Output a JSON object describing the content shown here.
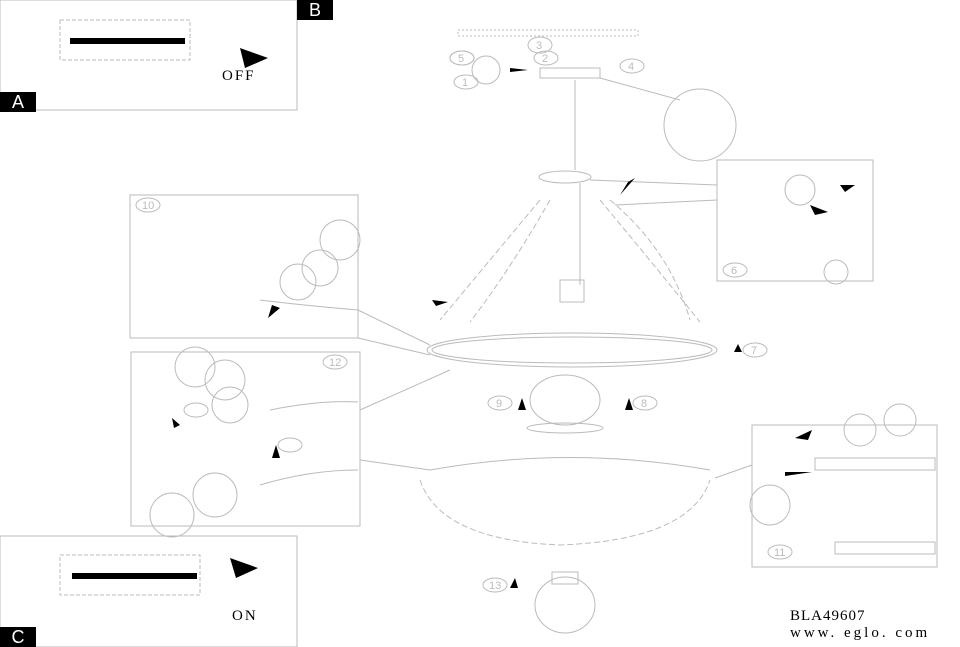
{
  "panels": {
    "a": "A",
    "b": "B",
    "c": "C"
  },
  "switch": {
    "off": "OFF",
    "on": "ON"
  },
  "footer": {
    "model": "BLA49607",
    "website": "www. eglo. com"
  },
  "parts": [
    "1",
    "2",
    "3",
    "4",
    "5",
    "6",
    "7",
    "8",
    "9",
    "10",
    "11",
    "12",
    "13"
  ]
}
